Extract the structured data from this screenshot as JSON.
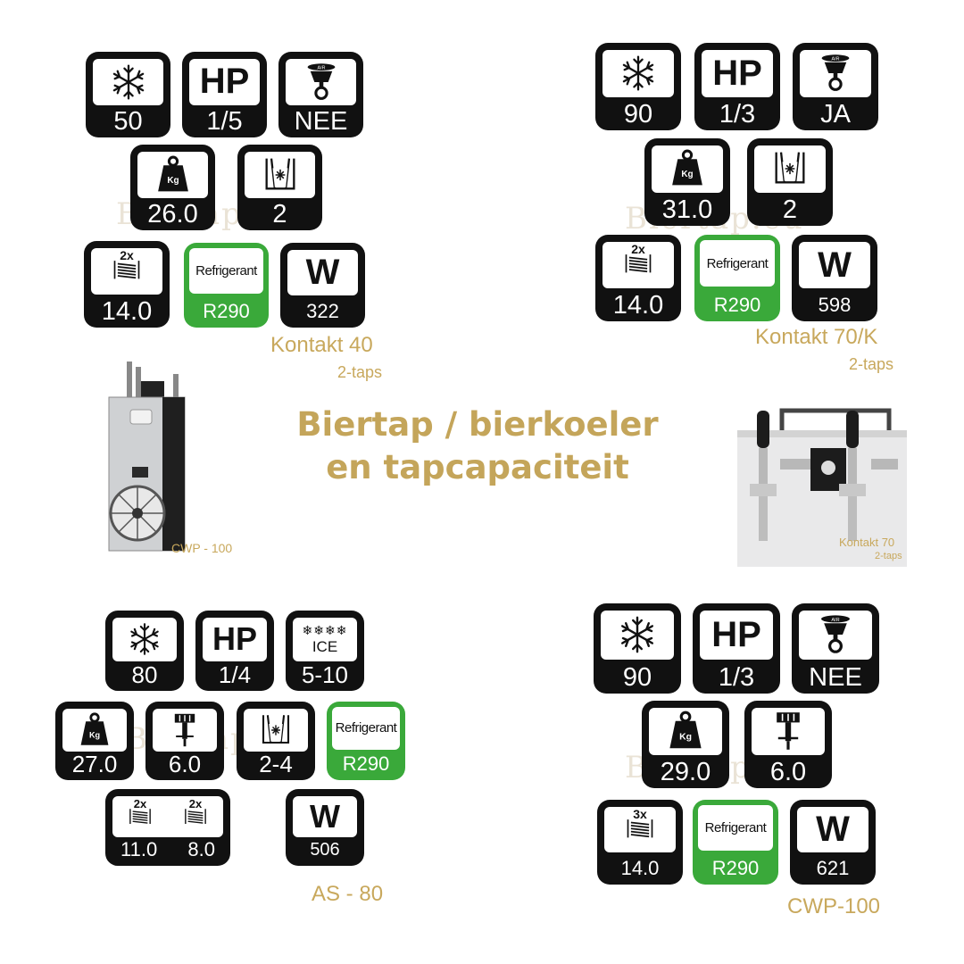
{
  "title": {
    "line1": "Biertap / bierkoeler",
    "line2": "en tapcapaciteit"
  },
  "watermark": "Biertap.eu",
  "colors": {
    "tile": "#111111",
    "green": "#3aa93a",
    "gold": "#c8a85c"
  },
  "units": {
    "kontakt40": {
      "name": "Kontakt 40",
      "taps": "2-taps",
      "snow": "50",
      "hp_label": "HP",
      "hp": "1/5",
      "air": "NEE",
      "kg": "26.0",
      "ice_bath": "2",
      "coil_mult": "2x",
      "coil": "14.0",
      "refrigerant_label": "Refrigerant",
      "refrigerant": "R290",
      "w_label": "W",
      "watt": "322"
    },
    "kontakt70k": {
      "name": "Kontakt 70/K",
      "taps": "2-taps",
      "snow": "90",
      "hp_label": "HP",
      "hp": "1/3",
      "air": "JA",
      "kg": "31.0",
      "ice_bath": "2",
      "coil_mult": "2x",
      "coil": "14.0",
      "refrigerant_label": "Refrigerant",
      "refrigerant": "R290",
      "w_label": "W",
      "watt": "598"
    },
    "as80": {
      "name": "AS - 80",
      "snow": "80",
      "hp_label": "HP",
      "hp": "1/4",
      "ice_label": "ICE",
      "ice": "5-10",
      "kg": "27.0",
      "pump": "6.0",
      "ice_bath": "2-4",
      "refrigerant_label": "Refrigerant",
      "refrigerant": "R290",
      "coil_mult": "2x",
      "coil1": "11.0",
      "coil2": "8.0",
      "w_label": "W",
      "watt": "506"
    },
    "cwp100": {
      "name": "CWP-100",
      "snow": "90",
      "hp_label": "HP",
      "hp": "1/3",
      "air": "NEE",
      "kg": "29.0",
      "pump": "6.0",
      "coil_mult": "3x",
      "coil": "14.0",
      "refrigerant_label": "Refrigerant",
      "refrigerant": "R290",
      "w_label": "W",
      "watt": "621"
    }
  },
  "photos": {
    "left_caption": "CWP - 100",
    "right_caption": "Kontakt 70",
    "right_sub": "2-taps"
  }
}
